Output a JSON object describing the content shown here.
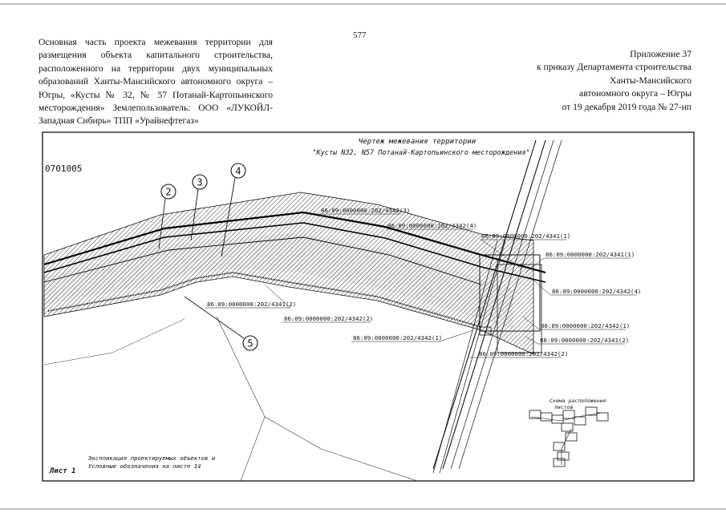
{
  "page_number": "577",
  "left_header": "Основная часть проекта межевания территории для размещения объекта капитального строительства, расположенного на территории двух муниципальных образований Ханты-Мансийского автономного округа – Югры, «Кусты № 32, № 57 Потанай-Картопьинского месторождения» Землепользователь: ООО «ЛУКОЙЛ-Западная Сибирь» ТПП «Урайнефтегаз»",
  "right_header": {
    "line1": "Приложение 37",
    "line2": "к приказу Департамента строительства",
    "line3": "Ханты-Мансийского",
    "line4": "автономного округа – Югры",
    "line5": "от 19 декабря 2019 года № 27-нп"
  },
  "drawing": {
    "title": "Чертеж межевания территории",
    "subtitle": "\"Кусты N32, N57 Потанай-Картопьинского месторождения\"",
    "block_code": "0701005",
    "callouts": [
      "2",
      "3",
      "4",
      "5"
    ],
    "parcel_labels": [
      "86:09:0000000:202/4342(3)",
      "86:09:0000000:202/4342(4)",
      "86:09:0000000:202/4341(1)",
      "86:09:0000000:202/4341(1)",
      "86:09:0000000:202/4342(4)",
      "86:09:0000000:202/4341(2)",
      "86:09:0000000:202/4342(2)",
      "86:09:0000000:202/4342(1)",
      "86:09:0000000:202/4342(1)",
      "86:09:0000000:202/4341(2)",
      "86:09:0000000:202/4342(2)"
    ],
    "scheme_title_1": "Схема расположения",
    "scheme_title_2": "листов",
    "legend_line1": "Экспликация проектируемых объектов и",
    "legend_line2": "Условные обозначения на листе 14",
    "sheet_label": "Лист 1"
  }
}
